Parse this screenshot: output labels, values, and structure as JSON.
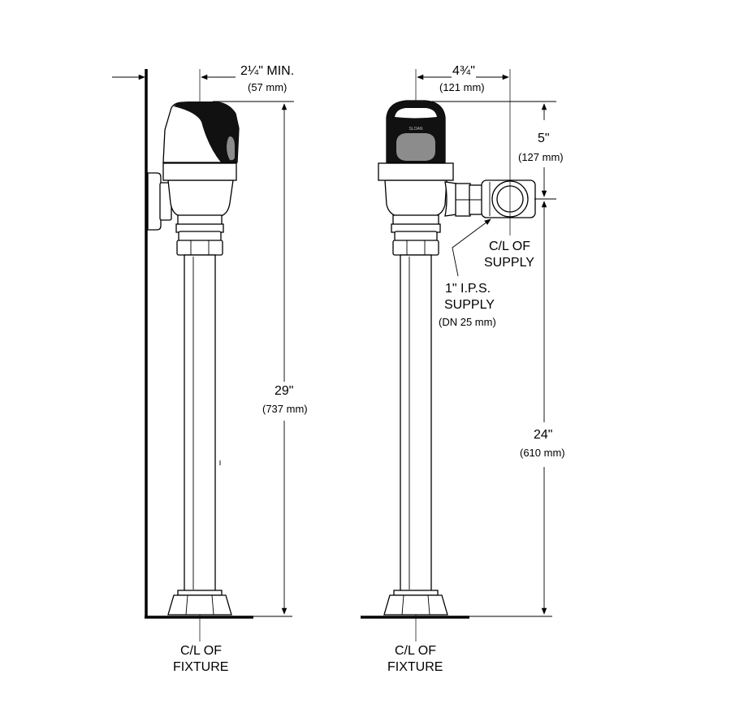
{
  "brand": "SLOAN",
  "colors": {
    "line": "#000000",
    "cover": "#111111",
    "sensor_window": "#8c8c8c",
    "background": "#ffffff"
  },
  "side_view": {
    "wall_offset": {
      "value": "2¼\" MIN.",
      "metric": "(57 mm)"
    },
    "overall_height": {
      "value": "29\"",
      "metric": "(737 mm)"
    },
    "centerline": {
      "line1": "C/L OF",
      "line2": "FIXTURE"
    }
  },
  "front_view": {
    "supply_offset": {
      "value": "4¾\"",
      "metric": "(121 mm)"
    },
    "top_to_supply": {
      "value": "5\"",
      "metric": "(127 mm)"
    },
    "supply_height": {
      "value": "24\"",
      "metric": "(610 mm)"
    },
    "supply_centerline": {
      "line1": "C/L OF",
      "line2": "SUPPLY"
    },
    "supply_spec": {
      "line1": "1\" I.P.S.",
      "line2": "SUPPLY",
      "metric": "(DN 25 mm)"
    },
    "centerline": {
      "line1": "C/L OF",
      "line2": "FIXTURE"
    }
  }
}
